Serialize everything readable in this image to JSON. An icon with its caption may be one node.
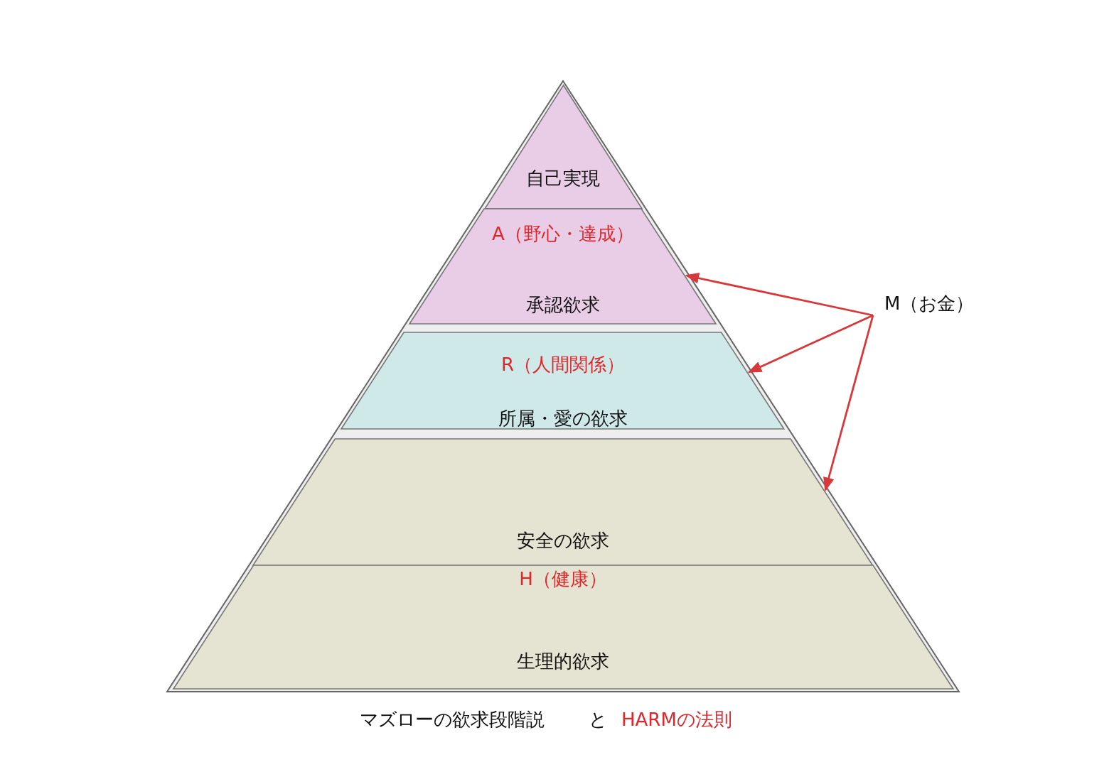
{
  "diagram": {
    "nodes": [
      {
        "text": [
          "自己実現"
        ]
      },
      {
        "text": [
          "A（野心・達成）",
          "承認欲求"
        ]
      },
      {
        "text": [
          "R（人間関係）",
          "所属・愛の欲求"
        ]
      },
      {
        "text": [
          "安全の欲求"
        ]
      },
      {
        "text": [
          "H（健康）",
          "生理的欲求"
        ]
      },
      {
        "text": [
          "M（お金）"
        ]
      }
    ],
    "edges": [
      {
        "from": 5,
        "to": 1,
        "arrow": "to"
      },
      {
        "from": 5,
        "to": 2,
        "arrow": "to"
      },
      {
        "from": 5,
        "to": 3,
        "arrow": "to"
      }
    ],
    "labels": [
      "マズローの欲求段階説",
      "と",
      "HARMの法則"
    ]
  }
}
